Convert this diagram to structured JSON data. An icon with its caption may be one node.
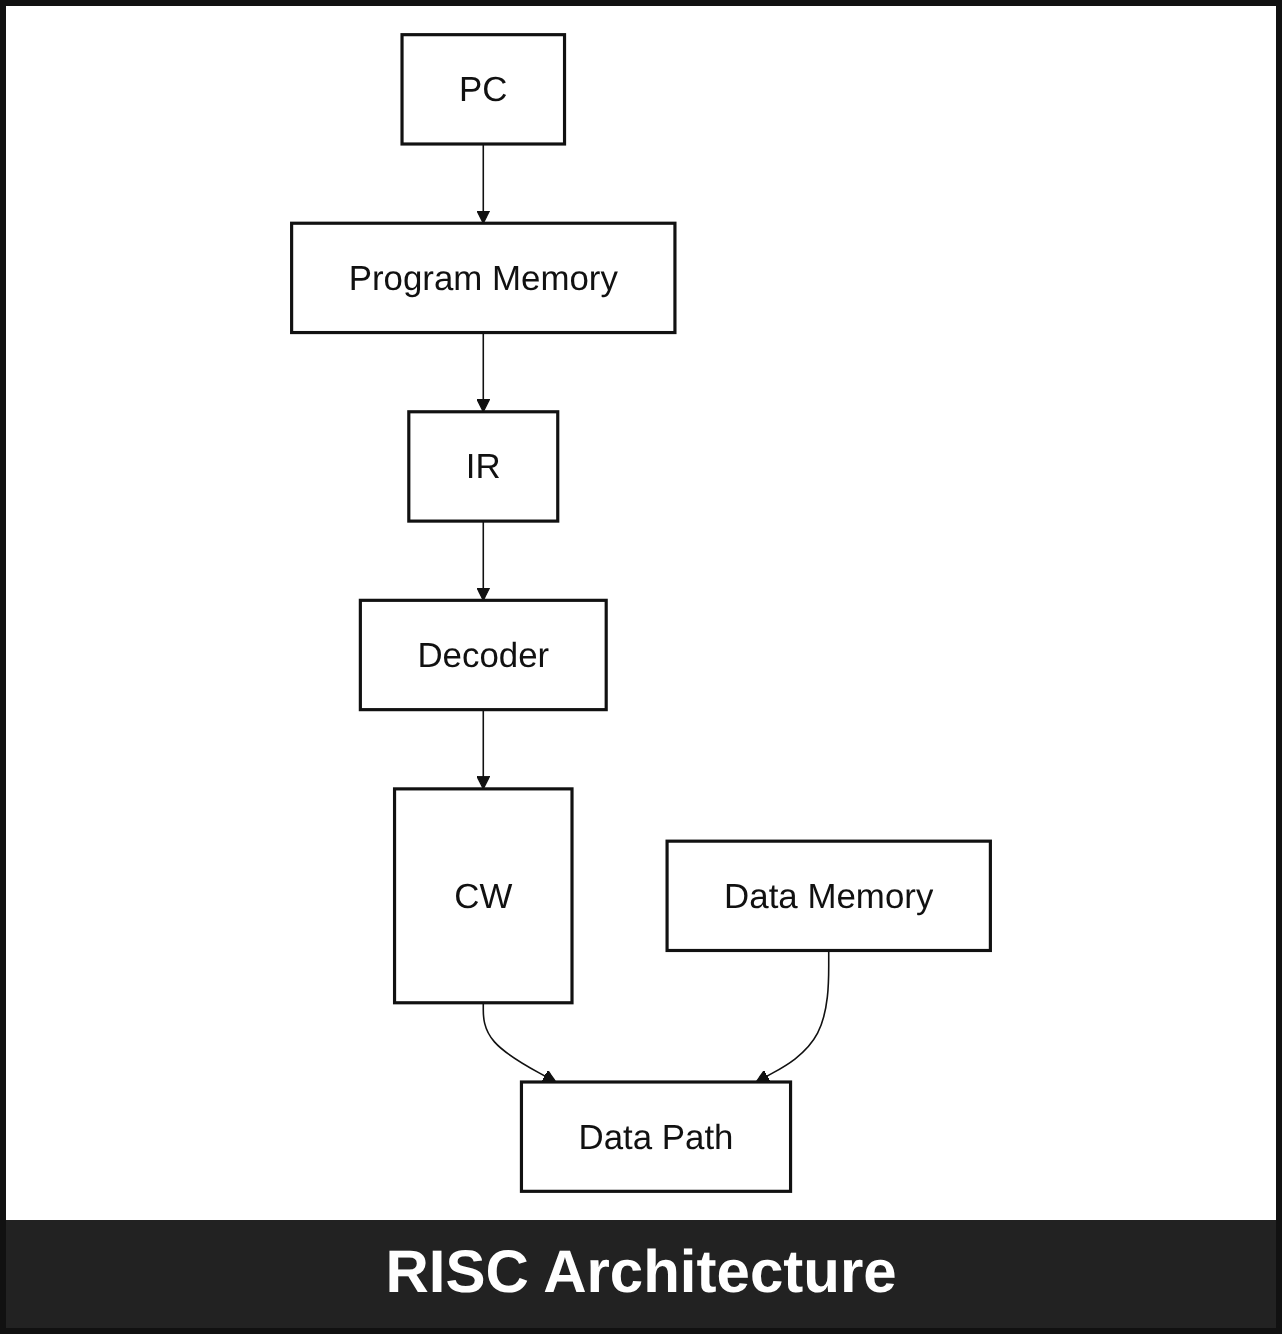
{
  "diagram": {
    "caption": "RISC Architecture",
    "nodes": [
      {
        "text": [
          "PC"
        ]
      },
      {
        "text": [
          "Program Memory"
        ]
      },
      {
        "text": [
          "IR"
        ]
      },
      {
        "text": [
          "Decoder"
        ]
      },
      {
        "text": [
          "CW"
        ]
      },
      {
        "text": [
          "Data Memory"
        ]
      },
      {
        "text": [
          "Data Path"
        ]
      }
    ],
    "edges": [
      {
        "from": 0,
        "to": 1,
        "arrow": "to"
      },
      {
        "from": 1,
        "to": 2,
        "arrow": "to"
      },
      {
        "from": 2,
        "to": 3,
        "arrow": "to"
      },
      {
        "from": 3,
        "to": 4,
        "arrow": "to"
      },
      {
        "from": 4,
        "to": 6,
        "arrow": "to"
      },
      {
        "from": 5,
        "to": 6,
        "arrow": "to"
      }
    ]
  }
}
